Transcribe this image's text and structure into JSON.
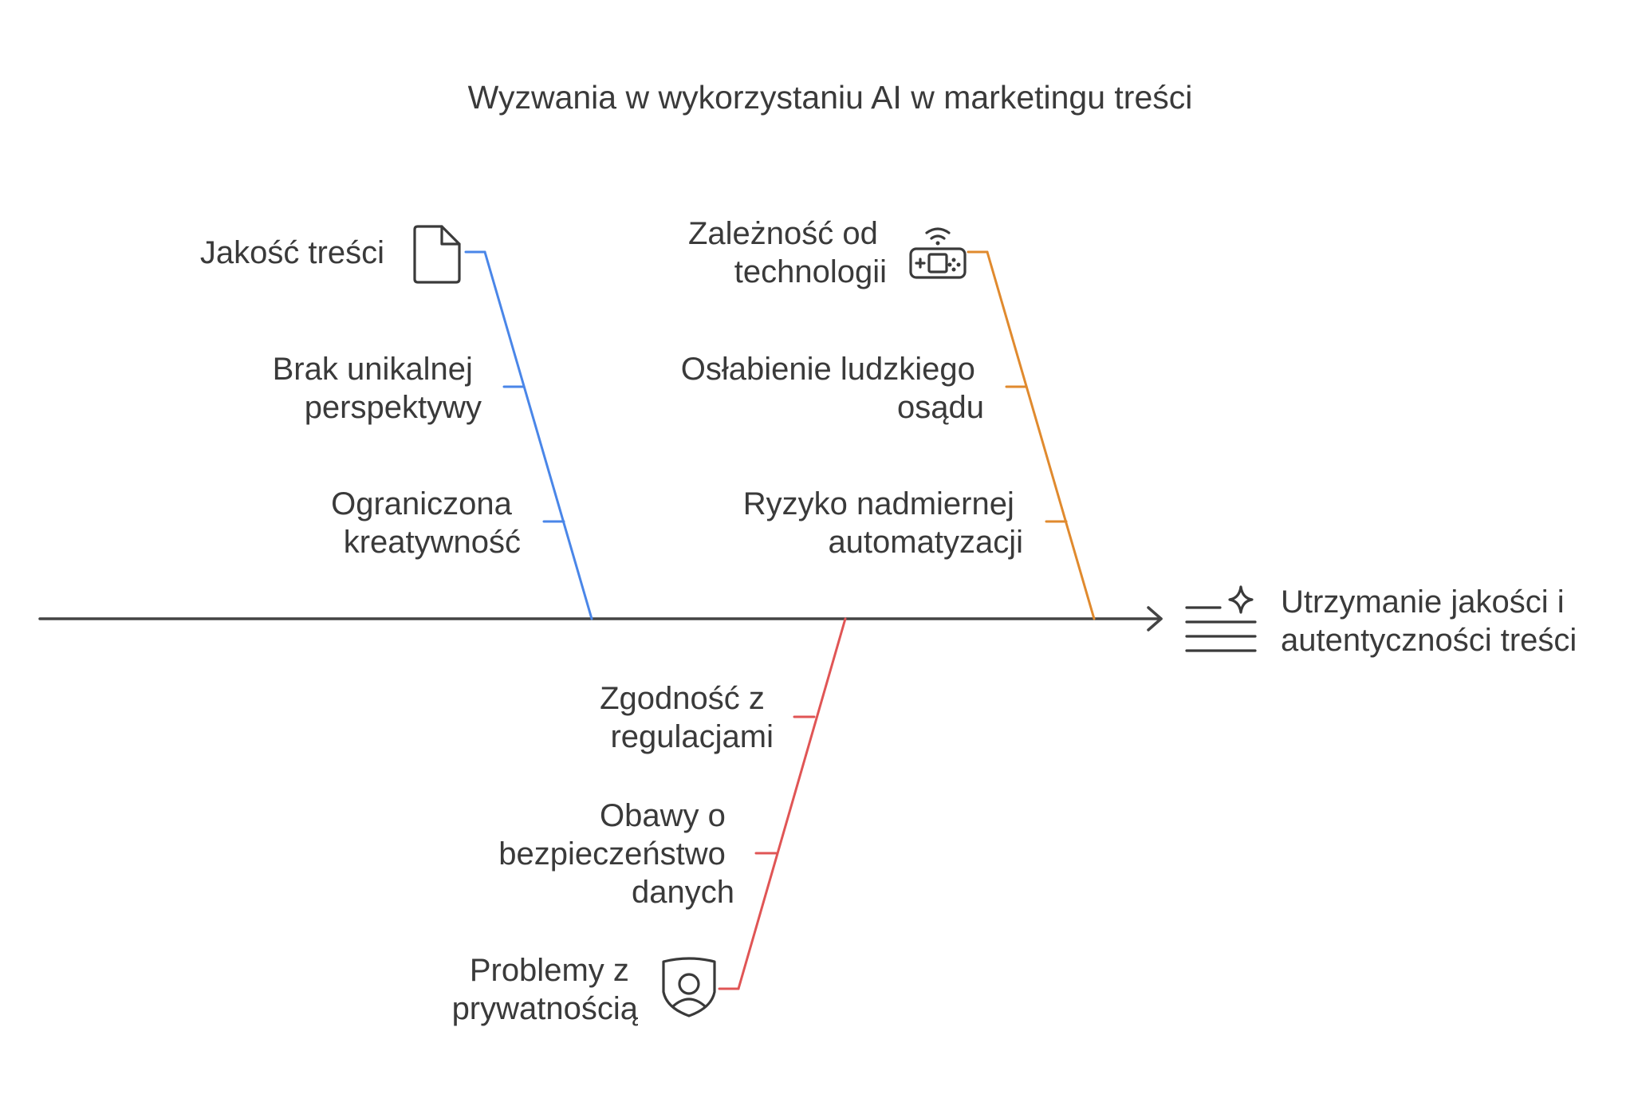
{
  "title": "Wyzwania w wykorzystaniu AI w marketingu treści",
  "effect": {
    "lines": [
      "Utrzymanie jakości i",
      "autentyczności treści"
    ],
    "icon": "sparkle-text-icon"
  },
  "branches": [
    {
      "id": "quality",
      "color": "#4a86e8",
      "items": [
        {
          "lines": [
            "Jakość treści"
          ],
          "icon": "document-icon"
        },
        {
          "lines": [
            "Brak unikalnej",
            "perspektywy"
          ]
        },
        {
          "lines": [
            "Ograniczona",
            "kreatywność"
          ]
        }
      ]
    },
    {
      "id": "technology",
      "color": "#e08a2e",
      "items": [
        {
          "lines": [
            "Zależność od",
            "technologii"
          ],
          "icon": "game-console-wifi-icon"
        },
        {
          "lines": [
            "Osłabienie ludzkiego",
            "osądu"
          ]
        },
        {
          "lines": [
            "Ryzyko nadmiernej",
            "automatyzacji"
          ]
        }
      ]
    },
    {
      "id": "privacy",
      "color": "#e05555",
      "items": [
        {
          "lines": [
            "Zgodność z",
            "regulacjami"
          ]
        },
        {
          "lines": [
            "Obawy o",
            "bezpieczeństwo",
            "danych"
          ]
        },
        {
          "lines": [
            "Problemy z",
            "prywatnością"
          ],
          "icon": "user-shield-icon"
        }
      ]
    }
  ]
}
